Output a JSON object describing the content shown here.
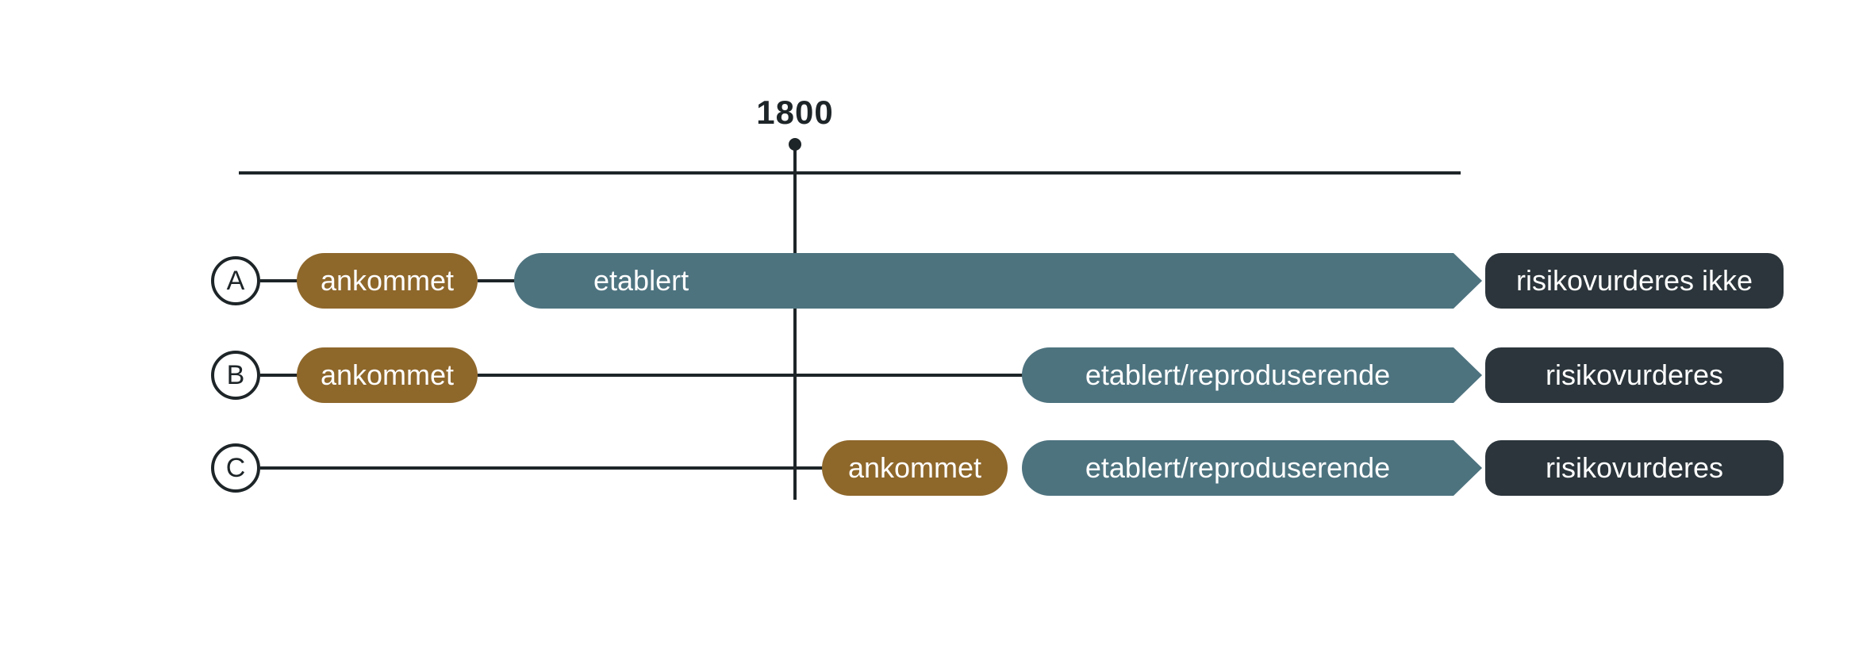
{
  "timeline": {
    "year_label": "1800"
  },
  "rows": [
    {
      "id": "A",
      "arrived_label": "ankommet",
      "established_label": "etablert",
      "status_label": "risikovurderes ikke"
    },
    {
      "id": "B",
      "arrived_label": "ankommet",
      "established_label": "etablert/reproduserende",
      "status_label": "risikovurderes"
    },
    {
      "id": "C",
      "arrived_label": "ankommet",
      "established_label": "etablert/reproduserende",
      "status_label": "risikovurderes"
    }
  ],
  "colors": {
    "brown": "#8E672B",
    "teal": "#4D737F",
    "dark": "#2B353B",
    "line": "#1E2528",
    "background": "#FFFFFF"
  }
}
